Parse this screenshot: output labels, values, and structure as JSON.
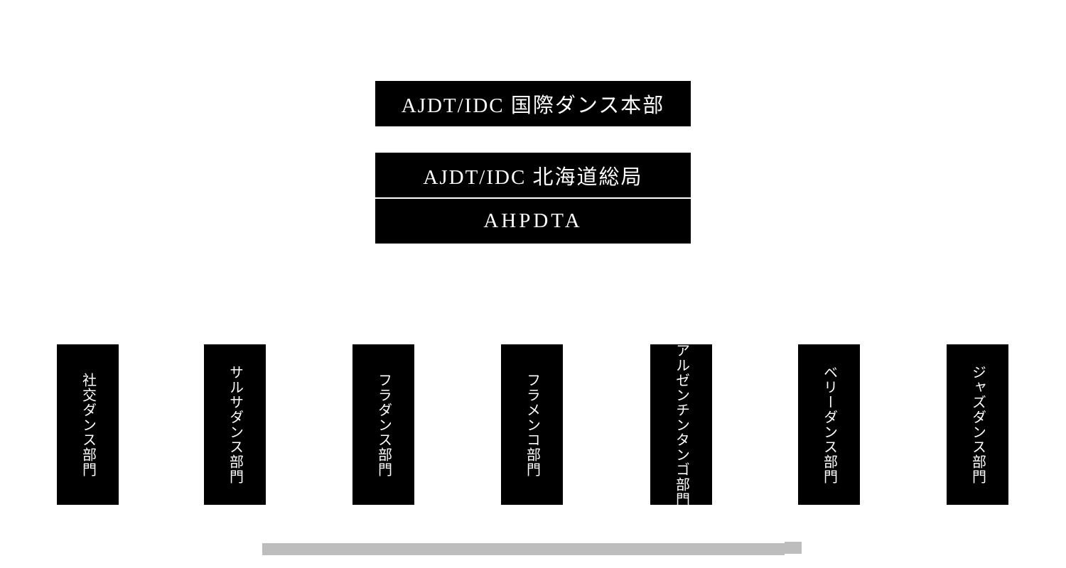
{
  "org_chart": {
    "title_node": "AJDT/IDC 国際ダンス本部",
    "middle_nodes": {
      "hokkaido_bureau": "AJDT/IDC 北海道総局",
      "ahpdta": "AHPDTA"
    },
    "departments": [
      "社交ダンス部門",
      "サルサダンス部門",
      "フラダンス部門",
      "フラメンコ部門",
      "アルゼンチンタンゴ部門",
      "ベリーダンス部門",
      "ジャズダンス部門"
    ],
    "colors": {
      "node_background": "#000000",
      "node_text": "#ffffff",
      "page_background": "#ffffff",
      "scrollbar_gray": "#bdbdbd"
    }
  }
}
